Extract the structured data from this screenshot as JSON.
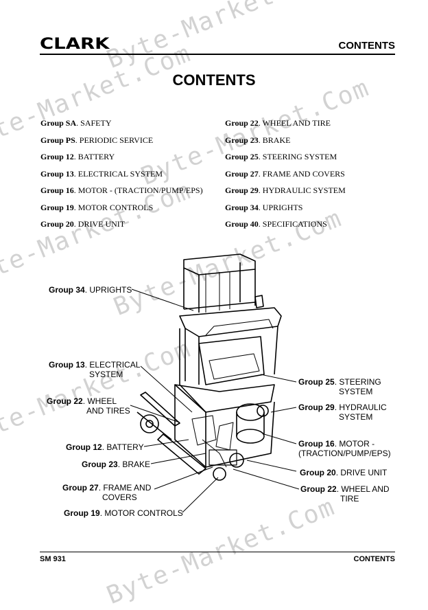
{
  "header": {
    "logo": "CLARK",
    "section": "CONTENTS"
  },
  "title": "CONTENTS",
  "toc": {
    "left": [
      {
        "group": "Group SA",
        "title": "SAFETY"
      },
      {
        "group": "Group PS",
        "title": "PERIODIC SERVICE"
      },
      {
        "group": "Group 12",
        "title": "BATTERY"
      },
      {
        "group": "Group 13",
        "title": "ELECTRICAL SYSTEM"
      },
      {
        "group": "Group 16",
        "title": "MOTOR - (TRACTION/PUMP/EPS)"
      },
      {
        "group": "Group 19",
        "title": "MOTOR CONTROLS"
      },
      {
        "group": "Group 20",
        "title": "DRIVE UNIT"
      }
    ],
    "right": [
      {
        "group": "Group 22",
        "title": "WHEEL AND TIRE"
      },
      {
        "group": "Group 23",
        "title": "BRAKE"
      },
      {
        "group": "Group 25",
        "title": "STEERING SYSTEM"
      },
      {
        "group": "Group 27",
        "title": "FRAME AND COVERS"
      },
      {
        "group": "Group 29",
        "title": "HYDRAULIC SYSTEM"
      },
      {
        "group": "Group 34",
        "title": "UPRIGHTS"
      },
      {
        "group": "Group 40",
        "title": "SPECIFICATIONS"
      }
    ]
  },
  "callouts": {
    "uprights": {
      "group": "Group 34",
      "line1": "UPRIGHTS",
      "line2": ""
    },
    "electrical": {
      "group": "Group 13",
      "line1": "ELECTRICAL",
      "line2": "SYSTEM"
    },
    "wheel_left": {
      "group": "Group 22",
      "line1": "WHEEL",
      "line2": "AND TIRES"
    },
    "battery": {
      "group": "Group 12",
      "line1": "BATTERY",
      "line2": ""
    },
    "brake": {
      "group": "Group 23",
      "line1": "BRAKE",
      "line2": ""
    },
    "frame": {
      "group": "Group 27",
      "line1": "FRAME AND",
      "line2": "COVERS"
    },
    "controls": {
      "group": "Group 19",
      "line1": "MOTOR CONTROLS",
      "line2": ""
    },
    "steering": {
      "group": "Group 25",
      "line1": "STEERING",
      "line2": "SYSTEM"
    },
    "hydraulic": {
      "group": "Group 29",
      "line1": "HYDRAULIC",
      "line2": "SYSTEM"
    },
    "motor": {
      "group": "Group 16",
      "line1": "MOTOR -",
      "line2": "(TRACTION/PUMP/EPS)"
    },
    "drive": {
      "group": "Group 20",
      "line1": "DRIVE UNIT",
      "line2": ""
    },
    "wheel_right": {
      "group": "Group 22",
      "line1": "WHEEL AND",
      "line2": "TIRE"
    }
  },
  "watermark": "Byte-Market.Com",
  "footer": {
    "left": "SM 931",
    "right": "CONTENTS"
  }
}
